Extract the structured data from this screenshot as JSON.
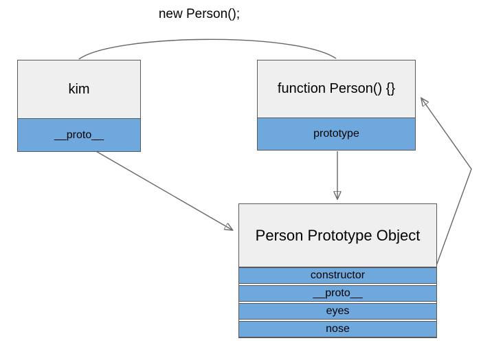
{
  "diagram": {
    "title_label": "new Person();",
    "boxes": {
      "kim": {
        "title": "kim",
        "rows": [
          "__proto__"
        ]
      },
      "person_function": {
        "title": "function Person() {}",
        "rows": [
          "prototype"
        ]
      },
      "person_prototype": {
        "title": "Person Prototype Object",
        "rows": [
          "constructor",
          "__proto__",
          "eyes",
          "nose"
        ]
      }
    },
    "connectors": [
      {
        "name": "new-person-curve",
        "from": "kim (top)",
        "to": "function Person() {} (top)",
        "style": "curved line, no arrowhead"
      },
      {
        "name": "kim-proto-to-prototype-object",
        "from": "kim.__proto__",
        "to": "Person Prototype Object (left side)",
        "style": "straight arrow"
      },
      {
        "name": "prototype-to-prototype-object",
        "from": "function Person().prototype",
        "to": "Person Prototype Object (top)",
        "style": "straight arrow"
      },
      {
        "name": "constructor-to-function",
        "from": "Person Prototype Object.constructor",
        "to": "function Person() {} (right side)",
        "style": "bent arrow"
      }
    ],
    "colors": {
      "background": "#ffffff",
      "box_header_fill": "#efefef",
      "box_row_fill": "#6fa8dc",
      "box_border": "#595959",
      "connector": "#666666",
      "text": "#000000"
    }
  }
}
